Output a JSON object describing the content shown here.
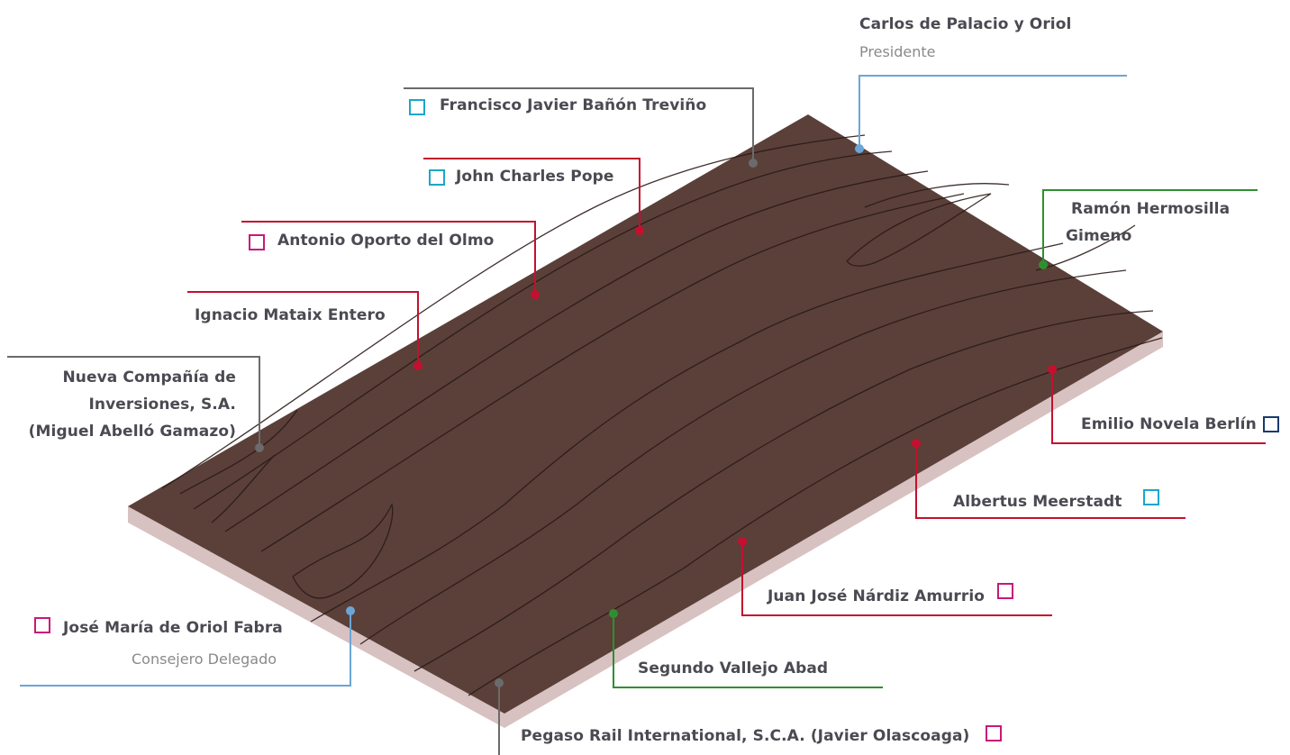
{
  "colors": {
    "board_top": "#5a4039",
    "board_edge": "#d8c1c1",
    "grain": "#2a1a17",
    "line_red": "#c4102e",
    "line_gray": "#6b6b6b",
    "line_blue": "#6aa6d8",
    "line_green": "#2f8f2f",
    "box_cyan": "#1aa7c8",
    "box_magenta": "#c8187a",
    "box_navy": "#1b3a6b"
  },
  "members": [
    {
      "id": "palacio",
      "name": "Carlos de Palacio y Oriol",
      "role": "Presidente",
      "line": "blue"
    },
    {
      "id": "banon",
      "name": "Francisco Javier Bañón Treviño",
      "role": "",
      "line": "gray",
      "box": "cyan"
    },
    {
      "id": "pope",
      "name": "John Charles Pope",
      "role": "",
      "line": "red",
      "box": "cyan"
    },
    {
      "id": "oporto",
      "name": "Antonio Oporto del Olmo",
      "role": "",
      "line": "red",
      "box": "magenta"
    },
    {
      "id": "mataix",
      "name": "Ignacio Mataix Entero",
      "role": "",
      "line": "red"
    },
    {
      "id": "nueva",
      "name_lines": [
        "Nueva Compañía de",
        "Inversiones, S.A.",
        "(Miguel Abelló Gamazo)"
      ],
      "role": "",
      "line": "gray"
    },
    {
      "id": "hermosilla",
      "name_lines": [
        "Ramón Hermosilla",
        "Gimeno"
      ],
      "role": "",
      "line": "green"
    },
    {
      "id": "novela",
      "name": "Emilio Novela Berlín",
      "role": "",
      "line": "red",
      "box": "navy"
    },
    {
      "id": "meerstadt",
      "name": "Albertus Meerstadt",
      "role": "",
      "line": "red",
      "box": "cyan"
    },
    {
      "id": "nardiz",
      "name": "Juan José Nárdiz Amurrio",
      "role": "",
      "line": "red",
      "box": "magenta"
    },
    {
      "id": "oriol",
      "name": "José María de Oriol Fabra",
      "role": "Consejero Delegado",
      "line": "blue",
      "box": "magenta"
    },
    {
      "id": "vallejo",
      "name": "Segundo Vallejo Abad",
      "role": "",
      "line": "green"
    },
    {
      "id": "pegaso",
      "name": "Pegaso Rail International, S.C.A. (Javier Olascoaga)",
      "role": "",
      "line": "gray",
      "box": "magenta"
    }
  ]
}
